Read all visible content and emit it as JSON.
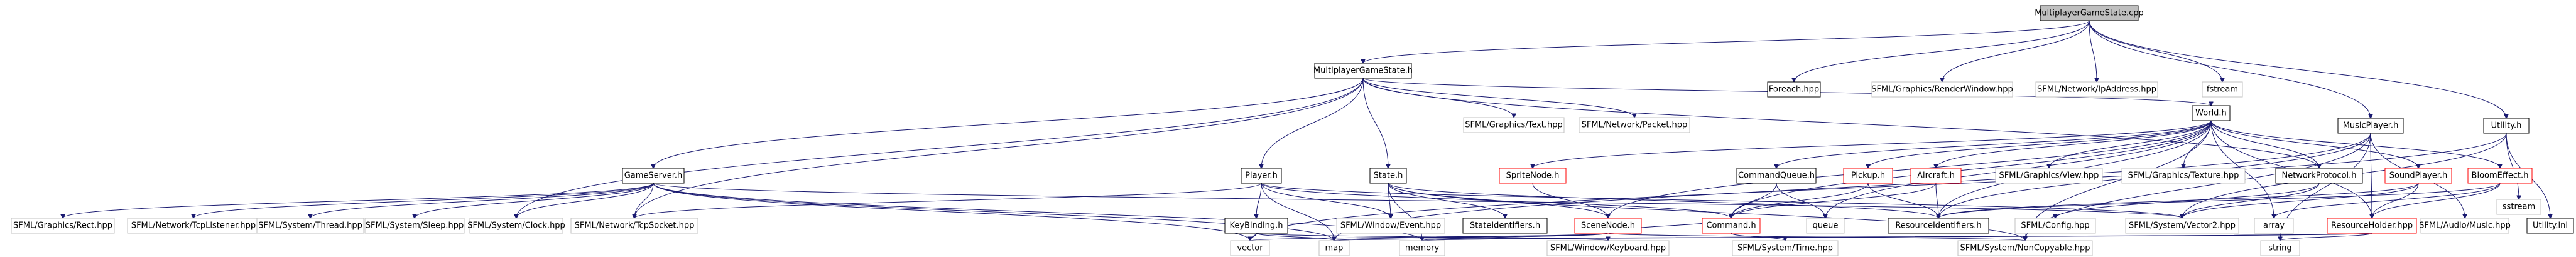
{
  "colors": {
    "edge": "#191970",
    "plain_border": "#c0c0c0",
    "defined_border": "#000000",
    "missing_border": "#ff0000",
    "root_fill": "#bfbfbf",
    "node_fill": "#ffffff",
    "text": "#000000"
  },
  "nodes": [
    {
      "id": "root",
      "label": "MultiplayerGameState.cpp",
      "kind": "root"
    },
    {
      "id": "mgs_h",
      "label": "MultiplayerGameState.h",
      "kind": "file"
    },
    {
      "id": "foreach",
      "label": "Foreach.hpp",
      "kind": "file"
    },
    {
      "id": "renderwindow",
      "label": "SFML/Graphics/RenderWindow.hpp",
      "kind": "system"
    },
    {
      "id": "ipaddress",
      "label": "SFML/Network/IpAddress.hpp",
      "kind": "system"
    },
    {
      "id": "fstream",
      "label": "fstream",
      "kind": "system"
    },
    {
      "id": "text_hpp",
      "label": "SFML/Graphics/Text.hpp",
      "kind": "system"
    },
    {
      "id": "packet",
      "label": "SFML/Network/Packet.hpp",
      "kind": "system"
    },
    {
      "id": "world",
      "label": "World.h",
      "kind": "file"
    },
    {
      "id": "gameserver",
      "label": "GameServer.h",
      "kind": "file"
    },
    {
      "id": "player",
      "label": "Player.h",
      "kind": "file"
    },
    {
      "id": "state",
      "label": "State.h",
      "kind": "file"
    },
    {
      "id": "spritenode",
      "label": "SpriteNode.h",
      "kind": "missing"
    },
    {
      "id": "commandqueue",
      "label": "CommandQueue.h",
      "kind": "file"
    },
    {
      "id": "pickup",
      "label": "Pickup.h",
      "kind": "missing"
    },
    {
      "id": "aircraft",
      "label": "Aircraft.h",
      "kind": "missing"
    },
    {
      "id": "view",
      "label": "SFML/Graphics/View.hpp",
      "kind": "system"
    },
    {
      "id": "texture",
      "label": "SFML/Graphics/Texture.hpp",
      "kind": "system"
    },
    {
      "id": "netproto",
      "label": "NetworkProtocol.h",
      "kind": "file"
    },
    {
      "id": "soundplayer",
      "label": "SoundPlayer.h",
      "kind": "missing"
    },
    {
      "id": "bloomeffect",
      "label": "BloomEffect.h",
      "kind": "missing"
    },
    {
      "id": "musicplayer",
      "label": "MusicPlayer.h",
      "kind": "file"
    },
    {
      "id": "utility_h",
      "label": "Utility.h",
      "kind": "file"
    },
    {
      "id": "rect",
      "label": "SFML/Graphics/Rect.hpp",
      "kind": "system"
    },
    {
      "id": "tcplistener",
      "label": "SFML/Network/TcpListener.hpp",
      "kind": "system"
    },
    {
      "id": "thread",
      "label": "SFML/System/Thread.hpp",
      "kind": "system"
    },
    {
      "id": "sleep",
      "label": "SFML/System/Sleep.hpp",
      "kind": "system"
    },
    {
      "id": "clock",
      "label": "SFML/System/Clock.hpp",
      "kind": "system"
    },
    {
      "id": "tcpsocket",
      "label": "SFML/Network/TcpSocket.hpp",
      "kind": "system"
    },
    {
      "id": "keybinding",
      "label": "KeyBinding.h",
      "kind": "file"
    },
    {
      "id": "event",
      "label": "SFML/Window/Event.hpp",
      "kind": "system"
    },
    {
      "id": "stateids",
      "label": "StateIdentifiers.h",
      "kind": "file"
    },
    {
      "id": "scenenode",
      "label": "SceneNode.h",
      "kind": "missing"
    },
    {
      "id": "command_h",
      "label": "Command.h",
      "kind": "missing"
    },
    {
      "id": "queue",
      "label": "queue",
      "kind": "system"
    },
    {
      "id": "resids",
      "label": "ResourceIdentifiers.h",
      "kind": "file"
    },
    {
      "id": "config",
      "label": "SFML/Config.hpp",
      "kind": "system"
    },
    {
      "id": "vector2",
      "label": "SFML/System/Vector2.hpp",
      "kind": "system"
    },
    {
      "id": "array",
      "label": "array",
      "kind": "system"
    },
    {
      "id": "resholder",
      "label": "ResourceHolder.hpp",
      "kind": "missing"
    },
    {
      "id": "audiomusic",
      "label": "SFML/Audio/Music.hpp",
      "kind": "system"
    },
    {
      "id": "sstream",
      "label": "sstream",
      "kind": "system"
    },
    {
      "id": "utility_inl",
      "label": "Utility.inl",
      "kind": "file"
    },
    {
      "id": "vector",
      "label": "vector",
      "kind": "system"
    },
    {
      "id": "map",
      "label": "map",
      "kind": "system"
    },
    {
      "id": "memory",
      "label": "memory",
      "kind": "system"
    },
    {
      "id": "keyboard",
      "label": "SFML/Window/Keyboard.hpp",
      "kind": "system"
    },
    {
      "id": "time",
      "label": "SFML/System/Time.hpp",
      "kind": "system"
    },
    {
      "id": "noncopyable",
      "label": "SFML/System/NonCopyable.hpp",
      "kind": "system"
    },
    {
      "id": "string",
      "label": "string",
      "kind": "system"
    }
  ],
  "edges": [
    [
      "root",
      "mgs_h"
    ],
    [
      "root",
      "foreach"
    ],
    [
      "root",
      "renderwindow"
    ],
    [
      "root",
      "ipaddress"
    ],
    [
      "root",
      "fstream"
    ],
    [
      "root",
      "musicplayer"
    ],
    [
      "root",
      "utility_h"
    ],
    [
      "mgs_h",
      "text_hpp"
    ],
    [
      "mgs_h",
      "packet"
    ],
    [
      "mgs_h",
      "world"
    ],
    [
      "mgs_h",
      "gameserver"
    ],
    [
      "mgs_h",
      "player"
    ],
    [
      "mgs_h",
      "state"
    ],
    [
      "mgs_h",
      "netproto"
    ],
    [
      "mgs_h",
      "clock"
    ],
    [
      "mgs_h",
      "tcpsocket"
    ],
    [
      "world",
      "spritenode"
    ],
    [
      "world",
      "commandqueue"
    ],
    [
      "world",
      "pickup"
    ],
    [
      "world",
      "aircraft"
    ],
    [
      "world",
      "view"
    ],
    [
      "world",
      "texture"
    ],
    [
      "world",
      "netproto"
    ],
    [
      "world",
      "soundplayer"
    ],
    [
      "world",
      "bloomeffect"
    ],
    [
      "world",
      "resids"
    ],
    [
      "world",
      "resholder"
    ],
    [
      "world",
      "scenenode"
    ],
    [
      "world",
      "command_h"
    ],
    [
      "world",
      "array"
    ],
    [
      "world",
      "queue"
    ],
    [
      "world",
      "noncopyable"
    ],
    [
      "gameserver",
      "rect"
    ],
    [
      "gameserver",
      "tcplistener"
    ],
    [
      "gameserver",
      "thread"
    ],
    [
      "gameserver",
      "sleep"
    ],
    [
      "gameserver",
      "clock"
    ],
    [
      "gameserver",
      "tcpsocket"
    ],
    [
      "gameserver",
      "vector2"
    ],
    [
      "gameserver",
      "vector"
    ],
    [
      "gameserver",
      "map"
    ],
    [
      "gameserver",
      "memory"
    ],
    [
      "player",
      "keybinding"
    ],
    [
      "player",
      "event"
    ],
    [
      "player",
      "command_h"
    ],
    [
      "player",
      "tcpsocket"
    ],
    [
      "player",
      "map"
    ],
    [
      "player",
      "vector2"
    ],
    [
      "state",
      "stateids"
    ],
    [
      "state",
      "resids"
    ],
    [
      "state",
      "event"
    ],
    [
      "state",
      "memory"
    ],
    [
      "state",
      "noncopyable"
    ],
    [
      "state",
      "scenenode"
    ],
    [
      "spritenode",
      "scenenode"
    ],
    [
      "commandqueue",
      "command_h"
    ],
    [
      "commandqueue",
      "queue"
    ],
    [
      "pickup",
      "command_h"
    ],
    [
      "pickup",
      "resids"
    ],
    [
      "aircraft",
      "command_h"
    ],
    [
      "aircraft",
      "resids"
    ],
    [
      "netproto",
      "config"
    ],
    [
      "netproto",
      "vector2"
    ],
    [
      "soundplayer",
      "resholder"
    ],
    [
      "soundplayer",
      "resids"
    ],
    [
      "soundplayer",
      "vector2"
    ],
    [
      "bloomeffect",
      "resids"
    ],
    [
      "bloomeffect",
      "array"
    ],
    [
      "bloomeffect",
      "resholder"
    ],
    [
      "musicplayer",
      "resholder"
    ],
    [
      "musicplayer",
      "resids"
    ],
    [
      "musicplayer",
      "audiomusic"
    ],
    [
      "musicplayer",
      "map"
    ],
    [
      "musicplayer",
      "string"
    ],
    [
      "musicplayer",
      "noncopyable"
    ],
    [
      "utility_h",
      "sstream"
    ],
    [
      "utility_h",
      "utility_inl"
    ],
    [
      "utility_h",
      "vector2"
    ],
    [
      "utility_h",
      "vector"
    ],
    [
      "keybinding",
      "vector"
    ],
    [
      "keybinding",
      "map"
    ],
    [
      "keybinding",
      "keyboard"
    ],
    [
      "scenenode",
      "command_h"
    ],
    [
      "scenenode",
      "vector"
    ],
    [
      "scenenode",
      "memory"
    ],
    [
      "scenenode",
      "noncopyable"
    ],
    [
      "scenenode",
      "map"
    ],
    [
      "command_h",
      "time"
    ],
    [
      "resholder",
      "map"
    ],
    [
      "resholder",
      "string"
    ],
    [
      "resholder",
      "memory"
    ]
  ]
}
